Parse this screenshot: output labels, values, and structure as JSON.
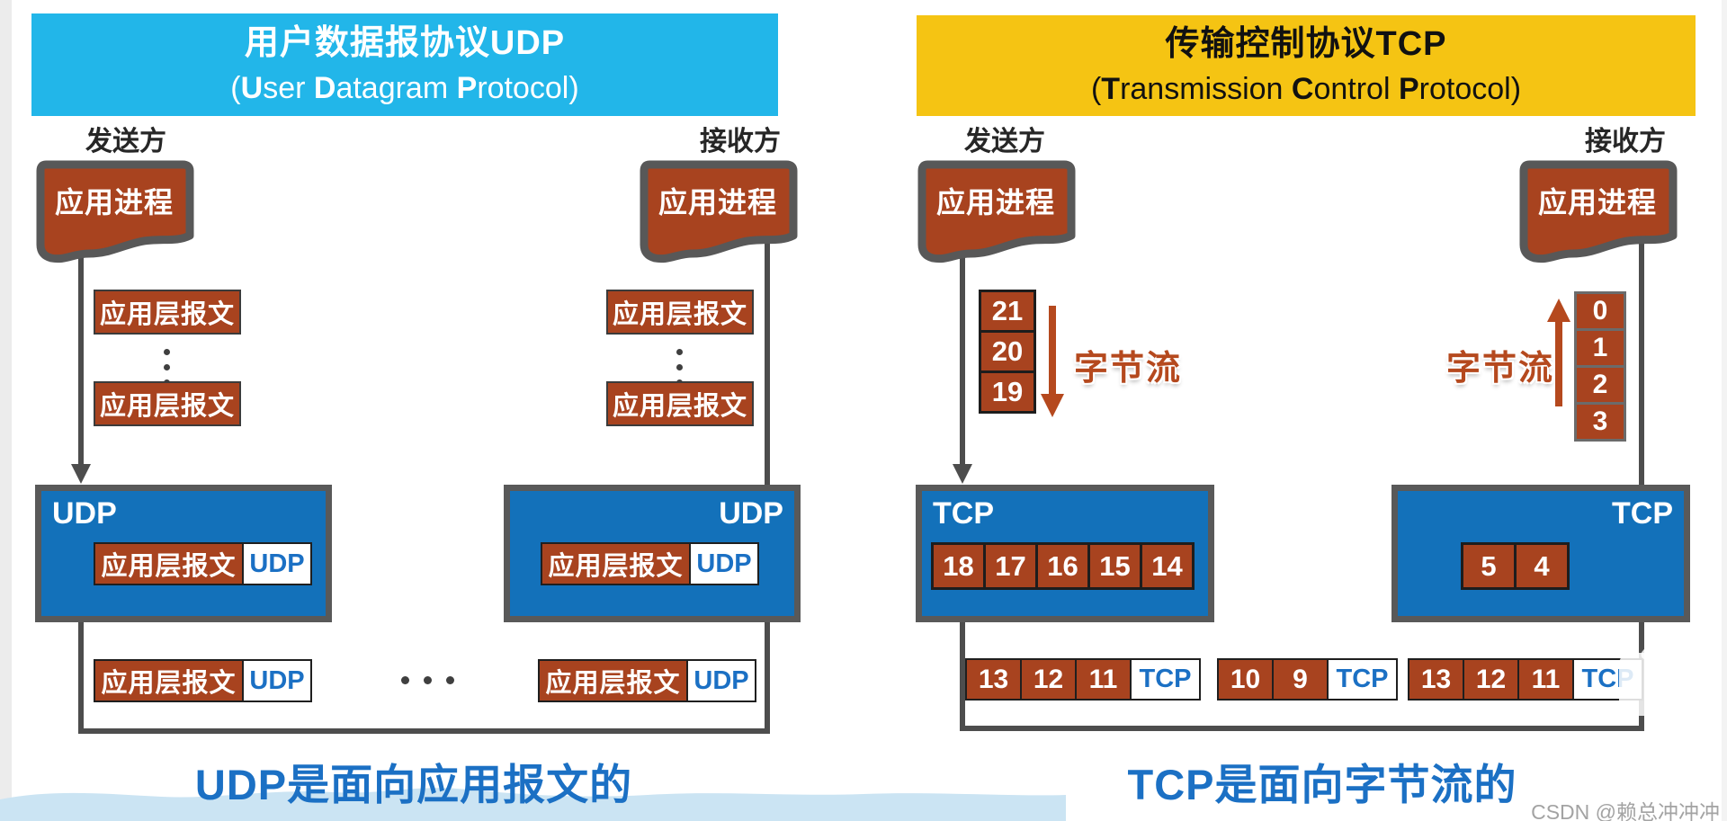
{
  "left_panel": {
    "title": "用户数据报协议UDP",
    "subtitle": "(User Datagram Protocol)",
    "sender_label": "发送方",
    "receiver_label": "接收方",
    "app_process_label": "应用进程",
    "app_message_label": "应用层报文",
    "protocol": "UDP",
    "caption": "UDP是面向应用报文的"
  },
  "right_panel": {
    "title": "传输控制协议TCP",
    "subtitle": "(Transmission Control Protocol)",
    "sender_label": "发送方",
    "receiver_label": "接收方",
    "app_process_label": "应用进程",
    "protocol": "TCP",
    "byte_stream_label": "字节流",
    "sender_byte_stack": [
      "21",
      "20",
      "19"
    ],
    "receiver_byte_stack": [
      "0",
      "1",
      "2",
      "3"
    ],
    "sender_buffer_blocks": [
      "18",
      "17",
      "16",
      "15",
      "14"
    ],
    "receiver_buffer_blocks": [
      "5",
      "4"
    ],
    "transit_segments": [
      {
        "numbers": [
          "13",
          "12",
          "11"
        ],
        "trailer": "TCP"
      },
      {
        "numbers": [
          "10",
          "9"
        ],
        "trailer": "TCP"
      },
      {
        "numbers": [
          "13",
          "12",
          "11"
        ],
        "trailer": "TCP"
      }
    ],
    "caption": "TCP是面向字节流的"
  },
  "watermark": "CSDN @赖总冲冲冲",
  "colors": {
    "udp_header_bg": "#22B6E9",
    "tcp_header_bg": "#F5C413",
    "protocol_box_blue": "#1371BA",
    "message_red": "#A8431F",
    "accent_blue_text": "#1B70C4",
    "border_gray": "#595959",
    "connector_gray": "#4d4d4d",
    "byte_stream_red": "#B5491E",
    "wave_blue": "#CBE4F3"
  }
}
